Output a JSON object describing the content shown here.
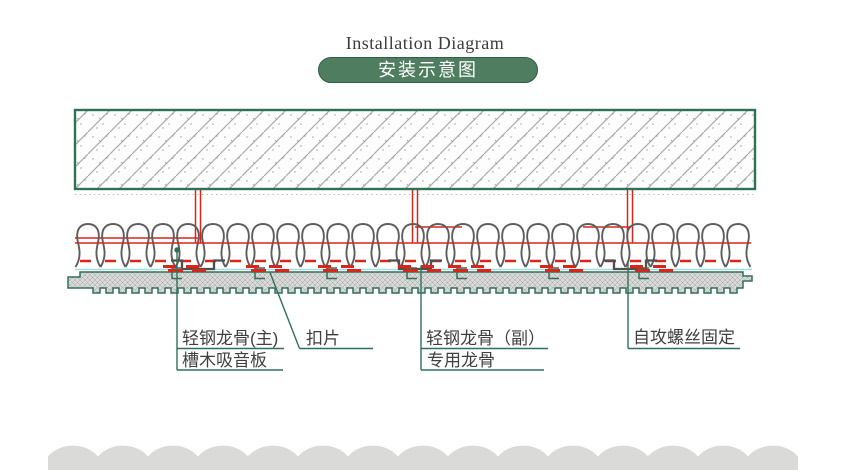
{
  "header": {
    "title_en": "Installation Diagram",
    "title_zh": "安装示意图"
  },
  "labels": {
    "main_keel": "轻钢龙骨(主)",
    "clip": "扣片",
    "sub_keel": "轻钢龙骨（副）",
    "screw_fix": "自攻螺丝固定",
    "acoustic_panel": "槽木吸音板",
    "special_keel": "专用龙骨"
  },
  "colors": {
    "outline_green": "#2f7155",
    "banner_green": "#4e7d5f",
    "banner_border": "#2f5f45",
    "red": "#d8261c",
    "loop_gray": "#5d5d5d",
    "profile_gray": "#4f4f4f",
    "hatch_gray": "#ababab",
    "panel_fill": "#d9d9d9",
    "panel_hatch": "#a5a5a5",
    "wave_gray": "#dadbd9",
    "cyan": "#a6dbe0",
    "text": "#3f3f3f",
    "slab_bg": "#fdfdfd"
  }
}
